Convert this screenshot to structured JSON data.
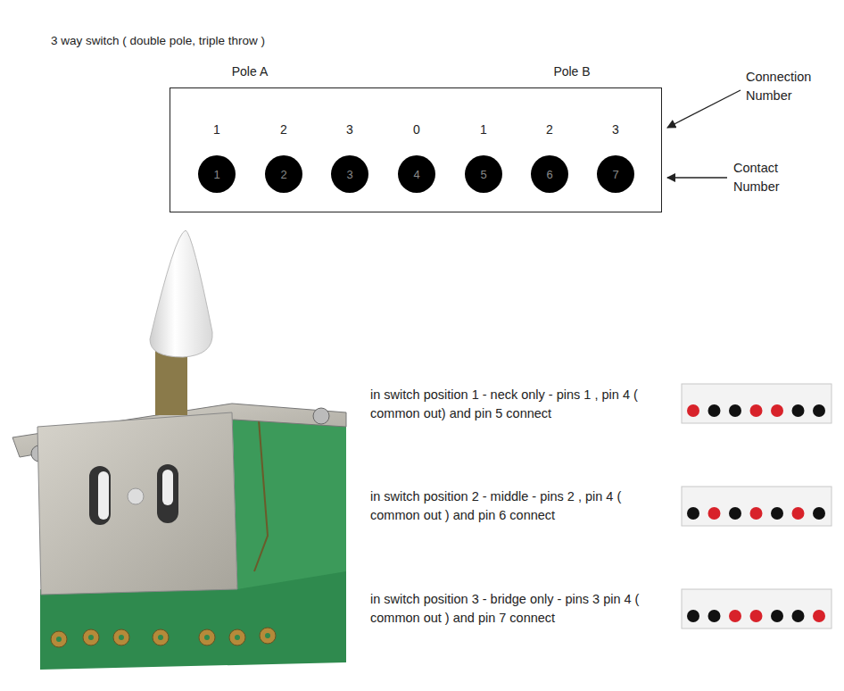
{
  "diagram": {
    "title": "3 way switch ( double pole, triple throw )",
    "nodes": [
      {
        "text": [
          "1",
          "2",
          "3",
          "0",
          "1",
          "2",
          "3"
        ]
      },
      {
        "text": [
          "1"
        ],
        "in": 0
      },
      {
        "text": [
          "2"
        ],
        "in": 0
      },
      {
        "text": [
          "3"
        ],
        "in": 0
      },
      {
        "text": [
          "4"
        ],
        "in": 0
      },
      {
        "text": [
          "5"
        ],
        "in": 0
      },
      {
        "text": [
          "6"
        ],
        "in": 0
      },
      {
        "text": [
          "7"
        ],
        "in": 0
      }
    ],
    "labels": [
      "Pole A",
      "Pole B",
      "Connection Number",
      "Contact Number",
      "in switch position 1 - neck only - pins 1 , pin 4 ( common out) and pin 5 connect",
      "in switch position 2 - middle - pins 2 , pin 4 ( common out ) and pin 6 connect",
      "in switch position 3 - bridge only - pins 3 pin 4 ( common out ) and pin 7 connect"
    ]
  }
}
